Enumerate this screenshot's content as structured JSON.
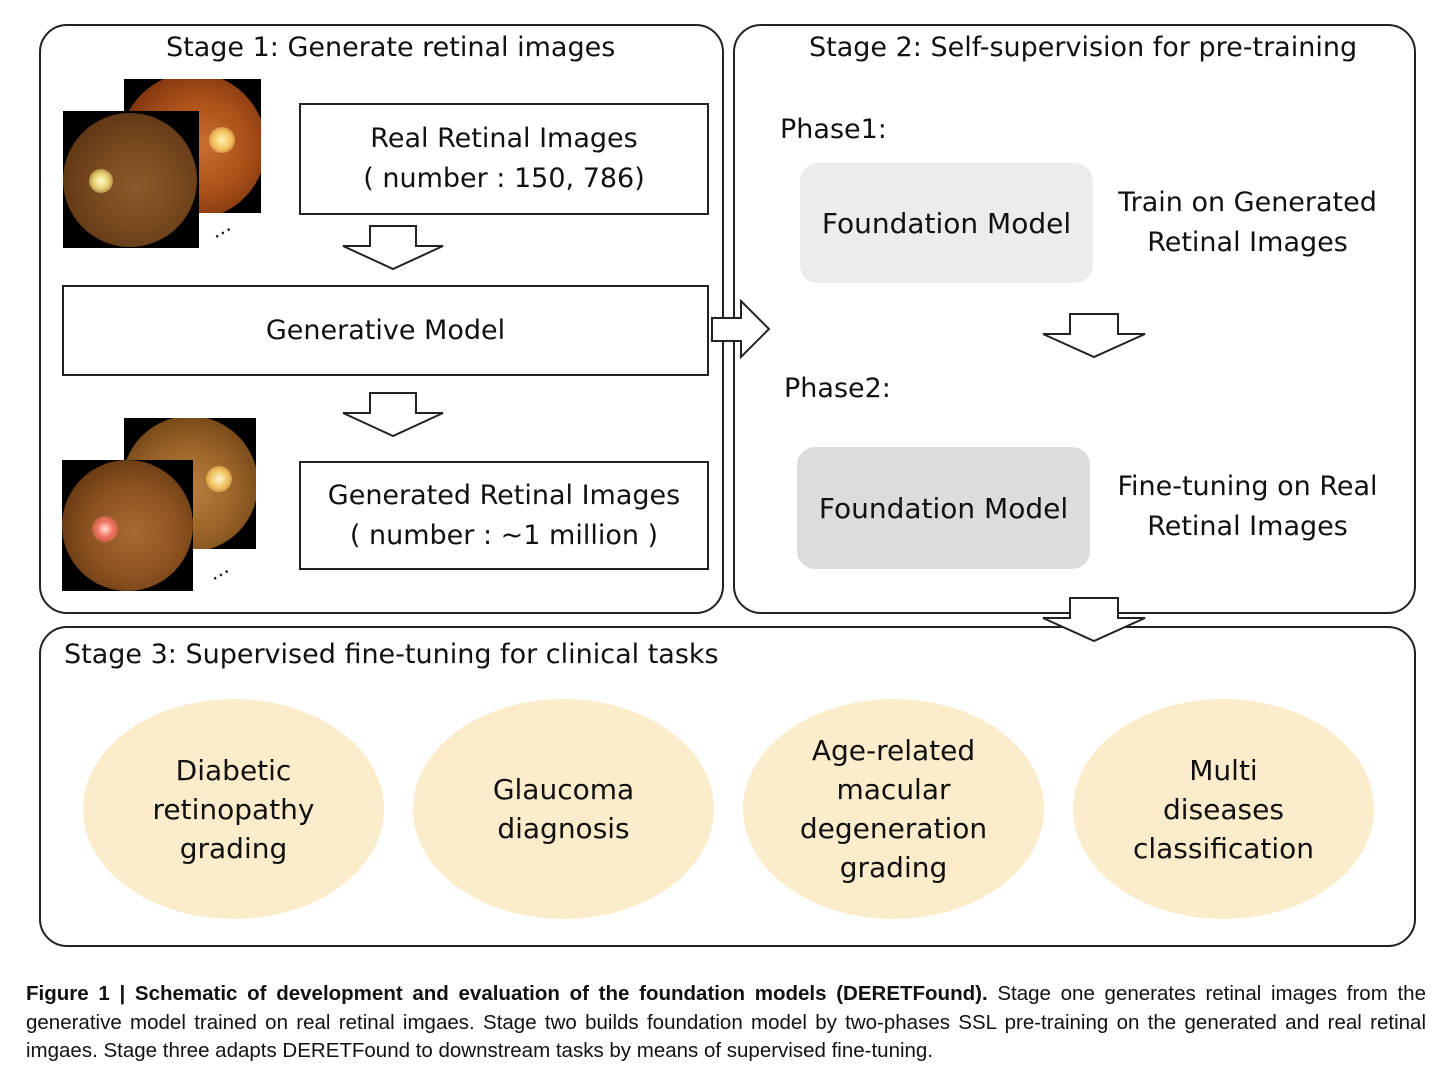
{
  "stage1": {
    "title": "Stage 1: Generate retinal images",
    "real_box": {
      "line1": "Real Retinal Images",
      "line2": "( number : 150, 786)"
    },
    "generative_model": "Generative Model",
    "generated_box": {
      "line1": "Generated Retinal Images",
      "line2": "( number : ~1 million )"
    },
    "ellipsis": "…"
  },
  "stage2": {
    "title": "Stage 2: Self-supervision for pre-training",
    "phase1": {
      "label": "Phase1:",
      "model": "Foundation Model",
      "note_line1": "Train on Generated",
      "note_line2": "Retinal Images"
    },
    "phase2": {
      "label": "Phase2:",
      "model": "Foundation Model",
      "note_line1": "Fine-tuning on Real",
      "note_line2": "Retinal Images"
    }
  },
  "stage3": {
    "title": "Stage 3: Supervised fine-tuning for clinical tasks",
    "tasks": [
      {
        "lines": [
          "Diabetic",
          "retinopathy",
          "grading"
        ]
      },
      {
        "lines": [
          "Glaucoma",
          "diagnosis"
        ]
      },
      {
        "lines": [
          "Age-related",
          "macular",
          "degeneration",
          "grading"
        ]
      },
      {
        "lines": [
          "Multi",
          "diseases",
          "classification"
        ]
      }
    ]
  },
  "caption": {
    "bold": "Figure 1 | Schematic of development and evaluation of the foundation models (DERETFound).",
    "text": " Stage one generates retinal images from the generative model trained on real retinal imgaes. Stage two builds foundation model by two-phases SSL pre-training on the generated and real retinal imgaes. Stage three adapts DERETFound to downstream tasks by means of supervised fine-tuning."
  },
  "colors": {
    "task_fill": "#fbeccb",
    "phase1_fill": "#ececec",
    "phase2_fill": "#dcdcdc",
    "stroke": "#222222"
  }
}
